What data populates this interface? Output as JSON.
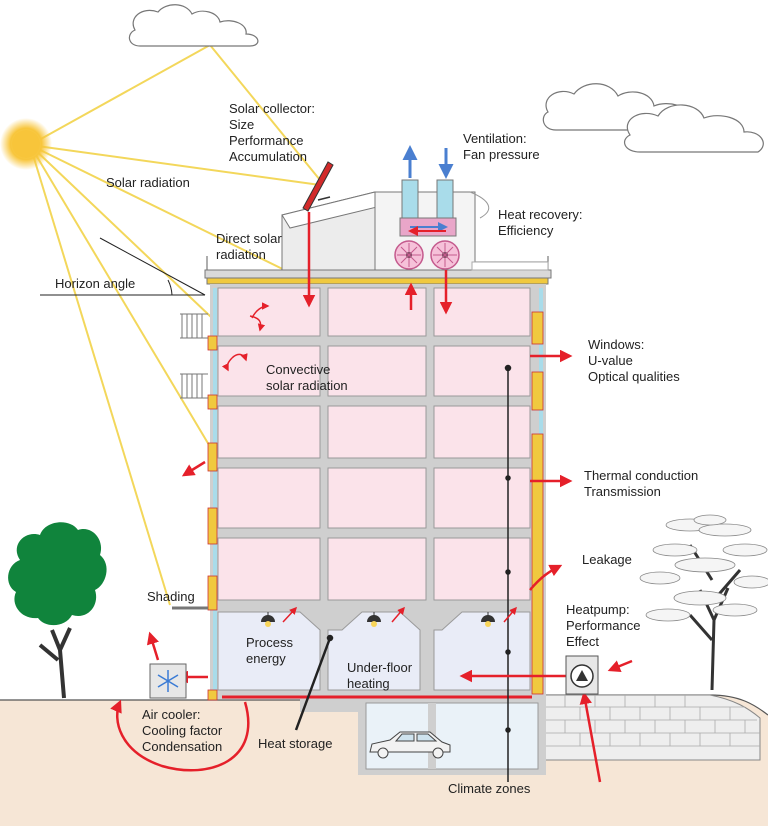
{
  "labels": {
    "solar_collector": [
      "Solar collector:",
      "Size",
      "Performance",
      "Accumulation"
    ],
    "solar_radiation": "Solar radiation",
    "direct_solar": [
      "Direct solar",
      "radiation"
    ],
    "horizon_angle": "Horizon angle",
    "ventilation": [
      "Ventilation:",
      "Fan pressure"
    ],
    "heat_recovery": [
      "Heat recovery:",
      "Efficiency"
    ],
    "convective": [
      "Convective",
      "solar radiation"
    ],
    "windows": [
      "Windows:",
      "U-value",
      "Optical qualities"
    ],
    "thermal": [
      "Thermal conduction",
      "Transmission"
    ],
    "leakage": "Leakage",
    "shading": "Shading",
    "process_energy": [
      "Process",
      "energy"
    ],
    "underfloor": [
      "Under-floor",
      "heating"
    ],
    "heatpump": [
      "Heatpump:",
      "Performance",
      "Effect"
    ],
    "air_cooler": [
      "Air cooler:",
      "Cooling factor",
      "Condensation"
    ],
    "heat_storage": "Heat storage",
    "climate_zones": "Climate zones"
  },
  "colors": {
    "arrow": "#e5202a",
    "wall": "#c7c7c7",
    "room": "#fbe3ea",
    "basement_room": "#e9ecf7",
    "ground": "#f6e6d6",
    "sunray": "#f3d75b",
    "sun": "#f8c53a",
    "insulation": "#f0c93f",
    "tree": "#10843c",
    "vent_up": "#4a7fd0",
    "pipe": "#a9dcea"
  },
  "icons": {
    "sun": "sun-icon",
    "cloud": "cloud-icon",
    "fan": "fan-icon",
    "snowflake": "snowflake-icon",
    "lamp": "lamp-icon",
    "car": "car-icon",
    "tree": "tree-icon",
    "heatpump": "heatpump-icon"
  }
}
